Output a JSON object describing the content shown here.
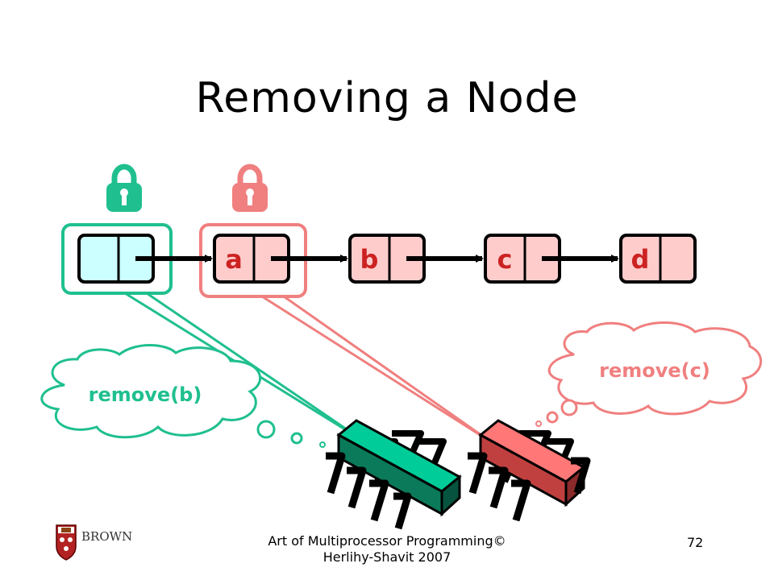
{
  "slide": {
    "title": "Removing a Node",
    "footer": "Art of Multiprocessor Programming© Herlihy-Shavit 2007",
    "page_number": "72",
    "logo_text": "BROWN"
  },
  "nodes": [
    {
      "label": ""
    },
    {
      "label": "a"
    },
    {
      "label": "b"
    },
    {
      "label": "c"
    },
    {
      "label": "d"
    }
  ],
  "thoughts": {
    "green": "remove(b)",
    "red": "remove(c)"
  },
  "colors": {
    "green": "#1fbf8f",
    "red": "#f07f7f",
    "sentinel_fill": "#ccffff",
    "node_fill": "#ffcccc",
    "green_chip": "#00cc99",
    "red_chip": "#ff7777"
  }
}
